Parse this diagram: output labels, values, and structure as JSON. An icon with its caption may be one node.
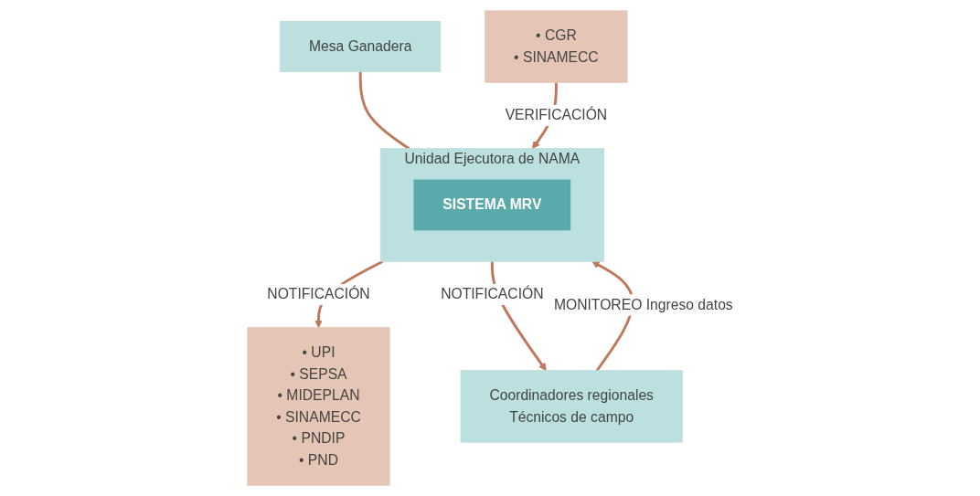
{
  "diagram": {
    "nodes": [
      {
        "text": [
          "Mesa Ganadera"
        ]
      },
      {
        "text": [
          "Unidad Ejecutora de NAMA"
        ]
      },
      {
        "text": [
          "SISTEMA MRV"
        ],
        "in": 1
      },
      {
        "text": [
          "• UPI",
          "• SEPSA",
          "• MIDEPLAN",
          "• SINAMECC",
          "• PNDIP",
          "• PND"
        ]
      },
      {
        "text": [
          "• CGR",
          "• SINAMECC"
        ]
      },
      {
        "text": [
          "Coordinadores regionales",
          "Técnicos de campo"
        ]
      }
    ],
    "edges": [
      {
        "from": 0,
        "to": 1,
        "arrow": "none"
      },
      {
        "from": 1,
        "to": 3,
        "arrow": "to",
        "label": "NOTIFICACIÓN"
      },
      {
        "from": 4,
        "to": 1,
        "arrow": "to",
        "label": "VERIFICACIÓN"
      },
      {
        "from": 5,
        "to": 1,
        "arrow": "to",
        "label": "MONITOREO Ingreso datos"
      },
      {
        "from": 1,
        "to": 5,
        "arrow": "to",
        "label": "NOTIFICACIÓN"
      }
    ]
  }
}
